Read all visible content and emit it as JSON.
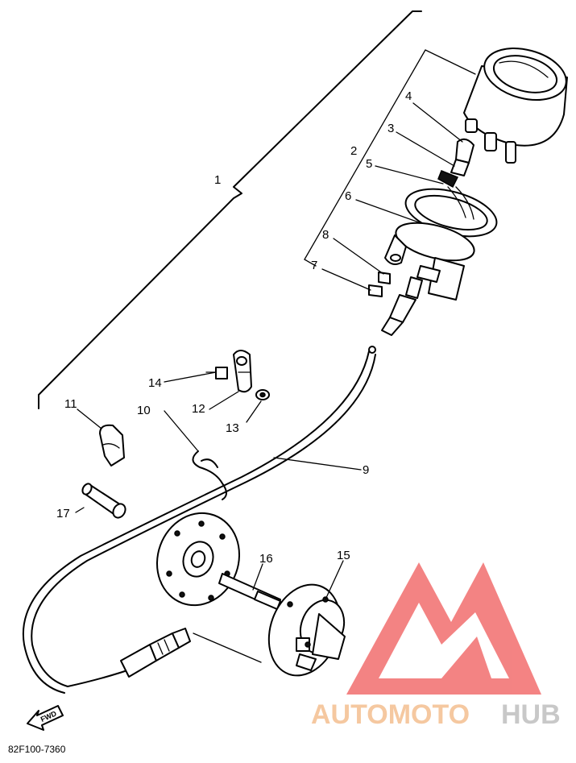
{
  "diagram": {
    "callouts": [
      {
        "id": "1",
        "label": "1"
      },
      {
        "id": "2",
        "label": "2"
      },
      {
        "id": "3",
        "label": "3"
      },
      {
        "id": "4",
        "label": "4"
      },
      {
        "id": "5",
        "label": "5"
      },
      {
        "id": "6",
        "label": "6"
      },
      {
        "id": "7",
        "label": "7"
      },
      {
        "id": "8",
        "label": "8"
      },
      {
        "id": "9",
        "label": "9"
      },
      {
        "id": "10",
        "label": "10"
      },
      {
        "id": "11",
        "label": "11"
      },
      {
        "id": "12",
        "label": "12"
      },
      {
        "id": "13",
        "label": "13"
      },
      {
        "id": "14",
        "label": "14"
      },
      {
        "id": "15",
        "label": "15"
      },
      {
        "id": "16",
        "label": "16"
      },
      {
        "id": "17",
        "label": "17"
      }
    ],
    "direction_arrow_label": "FWD",
    "drawing_code": "82F100-7360"
  },
  "watermark": {
    "brand_part1": "AUTOMOTO",
    "brand_part2": "HUB",
    "colors": {
      "logo_red": "#f05a5a",
      "text_orange": "#f5c8a0",
      "text_gray": "#c8c8c8"
    }
  }
}
